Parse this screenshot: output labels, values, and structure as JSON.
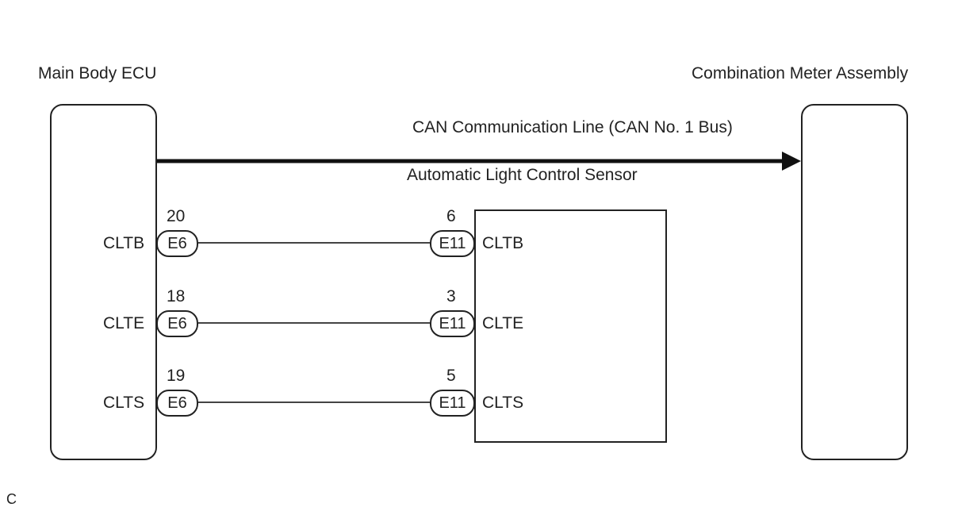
{
  "components": {
    "left_title": "Main Body ECU",
    "right_title": "Combination Meter Assembly",
    "sensor_title": "Automatic Light Control Sensor"
  },
  "bus": {
    "label": "CAN Communication Line (CAN No. 1 Bus)"
  },
  "wires": [
    {
      "left_terminal": "CLTB",
      "left_connector": "E6",
      "left_pin": "20",
      "right_connector": "E11",
      "right_pin": "6",
      "right_terminal": "CLTB"
    },
    {
      "left_terminal": "CLTE",
      "left_connector": "E6",
      "left_pin": "18",
      "right_connector": "E11",
      "right_pin": "3",
      "right_terminal": "CLTE"
    },
    {
      "left_terminal": "CLTS",
      "left_connector": "E6",
      "left_pin": "19",
      "right_connector": "E11",
      "right_pin": "5",
      "right_terminal": "CLTS"
    }
  ],
  "footer": {
    "code": "C"
  }
}
